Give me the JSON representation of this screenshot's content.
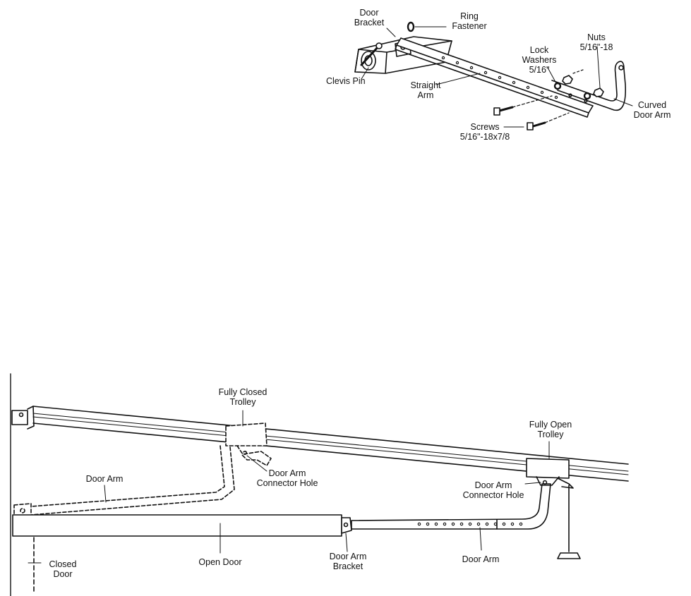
{
  "top_diagram": {
    "labels": {
      "door_bracket": [
        "Door",
        "Bracket"
      ],
      "ring_fastener": [
        "Ring",
        "Fastener"
      ],
      "clevis_pin": "Clevis Pin",
      "straight_arm": [
        "Straight",
        "Arm"
      ],
      "lock_washers": [
        "Lock",
        "Washers",
        "5/16\""
      ],
      "nuts": [
        "Nuts",
        "5/16\"-18"
      ],
      "curved_door_arm": [
        "Curved",
        "Door Arm"
      ],
      "screws": [
        "Screws",
        "5/16\"-18x7/8"
      ]
    }
  },
  "bottom_diagram": {
    "labels": {
      "fully_closed_trolley": [
        "Fully Closed",
        "Trolley"
      ],
      "fully_open_trolley": [
        "Fully Open",
        "Trolley"
      ],
      "door_arm_connector_hole_left": [
        "Door Arm",
        "Connector Hole"
      ],
      "door_arm_connector_hole_right": [
        "Door Arm",
        "Connector Hole"
      ],
      "door_arm_left": "Door Arm",
      "door_arm_right": "Door Arm",
      "closed_door": [
        "Closed",
        "Door"
      ],
      "open_door": "Open Door",
      "door_arm_bracket": [
        "Door Arm",
        "Bracket"
      ]
    }
  }
}
